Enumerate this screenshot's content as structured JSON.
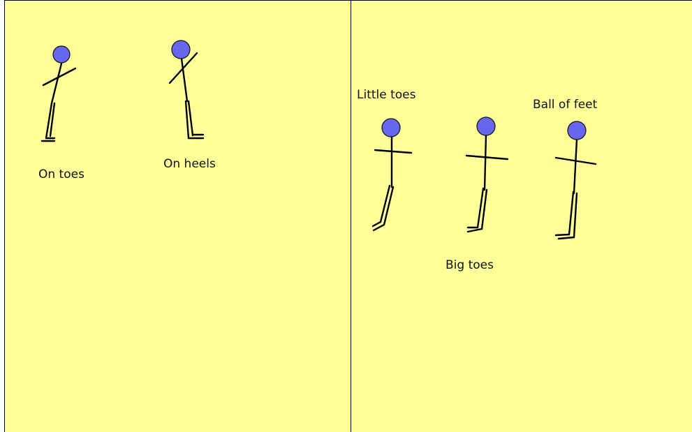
{
  "colors": {
    "background": "#ffff99",
    "head": "#6666ee",
    "line": "#000000"
  },
  "left_panel": {
    "labels": {
      "on_toes": "On toes",
      "on_heels": "On heels"
    }
  },
  "right_panel": {
    "labels": {
      "little_toes": "Little toes",
      "big_toes": "Big toes",
      "ball_of_feet": "Ball of feet"
    }
  }
}
